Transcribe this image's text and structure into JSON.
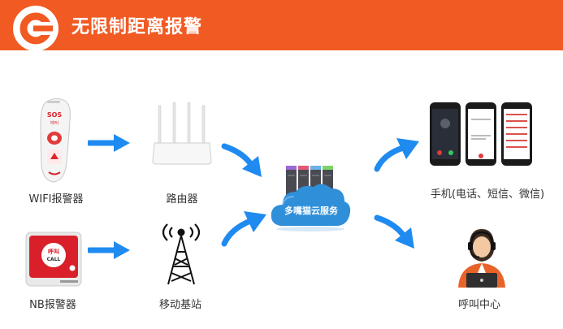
{
  "header": {
    "title": "无限制距离报警"
  },
  "devices": {
    "wifi_alarm": {
      "label": "WIFI报警器",
      "badge": "SOS",
      "subtext": "呼叫"
    },
    "nb_alarm": {
      "label": "NB报警器",
      "button_top": "呼叫",
      "button_bottom": "CALL"
    },
    "router": {
      "label": "路由器"
    },
    "tower": {
      "label": "移动基站"
    },
    "cloud": {
      "label": "多嘴猫云服务"
    },
    "phones": {
      "label": "手机(电话、短信、微信)"
    },
    "call_center": {
      "label": "呼叫中心"
    }
  },
  "colors": {
    "accent": "#f15a22",
    "arrow": "#1f8bf0",
    "cloud": "#2f8fd9"
  }
}
